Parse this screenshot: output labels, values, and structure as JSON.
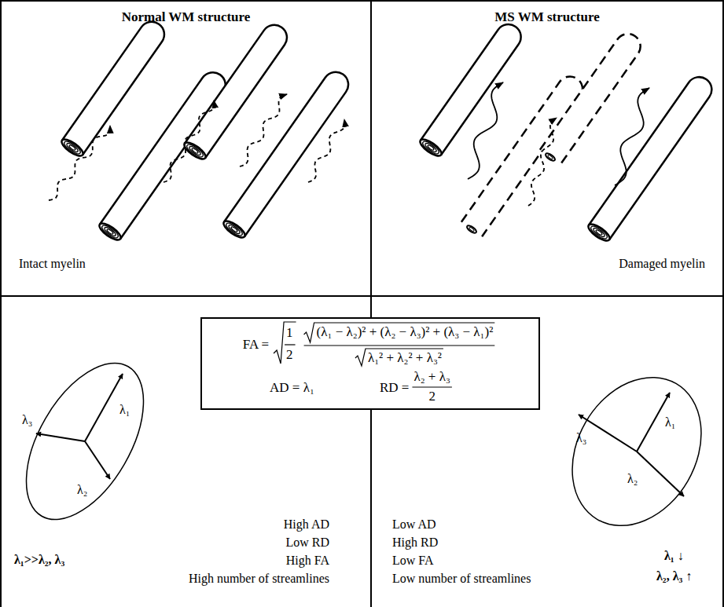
{
  "diagram": {
    "nodes": [
      {
        "text": [
          "Normal WM structure",
          "Intact myelin"
        ]
      },
      {
        "text": [
          "MS WM structure",
          "Damaged myelin"
        ]
      },
      {
        "text": [
          "High AD",
          "Low RD",
          "High FA",
          "High number of streamlines"
        ]
      },
      {
        "text": [
          "Low AD",
          "High RD",
          "Low FA",
          "Low number of streamlines"
        ]
      },
      {
        "text": [
          "FA =",
          "1",
          "2",
          "(λ₁ − λ₂)² + (λ₂ − λ₃)² + (λ₃ − λ₁)²",
          "λ₁² + λ₂² + λ₃²",
          "AD = λ₁",
          "RD =",
          "λ₂ + λ₃",
          "2"
        ]
      }
    ],
    "labels": [
      "λ₁",
      "λ₃",
      "λ₂",
      "λ₁>>λ₂, λ₃",
      "λ₁",
      "λ₃",
      "λ₂",
      "λ₁ ↓",
      "λ₂, λ₃ ↑"
    ]
  }
}
